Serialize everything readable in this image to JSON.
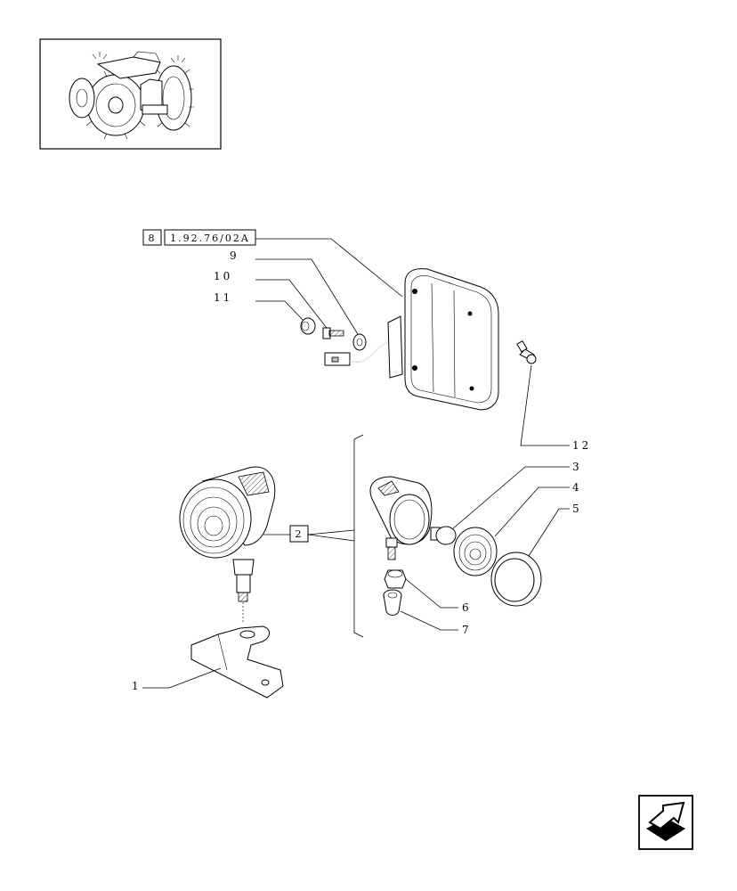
{
  "reference": {
    "box_number": "8",
    "code": "1.92.76/02A"
  },
  "group_label": "2",
  "callouts": {
    "c1": "1",
    "c3": "3",
    "c4": "4",
    "c5": "5",
    "c6": "6",
    "c7": "7",
    "c9": "9",
    "c10": "10",
    "c11": "11",
    "c12": "12"
  },
  "icons": {
    "thumbnail": "tractor-thumbnail-icon",
    "navigation": "next-page-arrow-icon"
  }
}
